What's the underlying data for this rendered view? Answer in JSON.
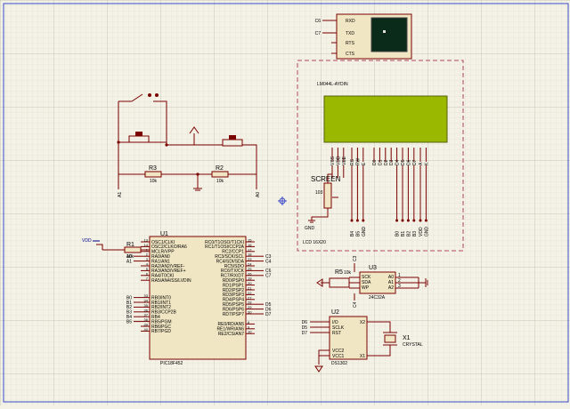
{
  "colors": {
    "background": "#f4f2e6",
    "grid_minor": "#d9d7c8",
    "grid_major": "#bdbba8",
    "wire": "#7a0000",
    "component_fill": "#f1e6c3",
    "lcd_screen": "#9ab800",
    "terminal_screen": "#0a2a1a"
  },
  "terminal": {
    "pins": [
      "RXD",
      "TXD",
      "RTS",
      "CTS"
    ],
    "nets": [
      "C6",
      "C7"
    ]
  },
  "lcd": {
    "title": "LM044L-AYDIN",
    "ref": "LCD 16X20",
    "pins": [
      "VSS",
      "VDD",
      "VEE",
      "RS",
      "RW",
      "E",
      "D0",
      "D1",
      "D2",
      "D3",
      "D4",
      "D5",
      "D6",
      "D7",
      "A",
      "K"
    ],
    "bottom_nets_left": [
      "B4",
      "B5",
      "GND"
    ],
    "bottom_nets_right": [
      "B0",
      "B1",
      "B2",
      "B3",
      "VDD",
      "GND"
    ]
  },
  "pot": {
    "label": "SCREEN",
    "value": "103",
    "gnd": "GND"
  },
  "dividers": [
    {
      "ref": "R3",
      "value": "10k",
      "net": "A1"
    },
    {
      "ref": "R2",
      "value": "10k",
      "net": "A0"
    }
  ],
  "mcu": {
    "ref": "U1",
    "part": "PIC18F452",
    "left_pins": [
      {
        "name": "OSC1/CLKI",
        "num": "13"
      },
      {
        "name": "OSC2/CLKO/RA6",
        "num": "14"
      },
      {
        "name": "MCLR/VPP",
        "num": "1"
      },
      {
        "name": "RA0/AN0",
        "num": "2"
      },
      {
        "name": "RA1/AN1",
        "num": "3"
      },
      {
        "name": "RA2/AN2/VREF-",
        "num": "4"
      },
      {
        "name": "RA3/AN3/VREF+",
        "num": "5"
      },
      {
        "name": "RA4/T0CKI",
        "num": "6"
      },
      {
        "name": "RA5/AN4/SS/LVDIN",
        "num": "7"
      },
      {
        "name": "RB0/INT0",
        "num": "33"
      },
      {
        "name": "RB1/INT1",
        "num": "34"
      },
      {
        "name": "RB2/INT2",
        "num": "35"
      },
      {
        "name": "RB3/CCP2B",
        "num": "36"
      },
      {
        "name": "RB4",
        "num": "37"
      },
      {
        "name": "RB5/PGM",
        "num": "38"
      },
      {
        "name": "RB6/PGC",
        "num": "39"
      },
      {
        "name": "RB7/PGD",
        "num": "40"
      }
    ],
    "right_pins": [
      {
        "name": "RC0/T1OSO/T1CKI",
        "num": "15"
      },
      {
        "name": "RC1/T1OSI/CCP2A",
        "num": "16"
      },
      {
        "name": "RC2/CCP1",
        "num": "17"
      },
      {
        "name": "RC3/SCK/SCL",
        "num": "18"
      },
      {
        "name": "RC4/SDI/SDA",
        "num": "23"
      },
      {
        "name": "RC5/SDO",
        "num": "24"
      },
      {
        "name": "RC6/TX/CK",
        "num": "25"
      },
      {
        "name": "RC7/RX/DT",
        "num": "26"
      },
      {
        "name": "RD0/PSP0",
        "num": "19"
      },
      {
        "name": "RD1/PSP1",
        "num": "20"
      },
      {
        "name": "RD2/PSP2",
        "num": "21"
      },
      {
        "name": "RD3/PSP3",
        "num": "22"
      },
      {
        "name": "RD4/PSP4",
        "num": "27"
      },
      {
        "name": "RD5/PSP5",
        "num": "28"
      },
      {
        "name": "RD6/PSP6",
        "num": "29"
      },
      {
        "name": "RD7/PSP7",
        "num": "30"
      },
      {
        "name": "RE0/RD/AN5",
        "num": "8"
      },
      {
        "name": "RE1/WR/AN6",
        "num": "9"
      },
      {
        "name": "RE2/CS/AN7",
        "num": "10"
      }
    ],
    "vdd_label": "VDD",
    "r1_ref": "R1",
    "r1_value": "10k",
    "left_nets": [
      "A0",
      "A1",
      "B0",
      "B1",
      "B2",
      "B3",
      "B4",
      "B5"
    ],
    "right_nets": [
      "C3",
      "C4",
      "C6",
      "C7",
      "D5",
      "D6",
      "D7"
    ]
  },
  "eeprom": {
    "ref": "U3",
    "part": "24C32A",
    "left_pins": [
      "SCK",
      "SDA",
      "WP"
    ],
    "right_pins": [
      "A0",
      "A1",
      "A2"
    ],
    "right_nums": [
      "1",
      "2",
      "3"
    ],
    "r5_ref": "R5",
    "r5_value": "10k",
    "nets": [
      "C3",
      "C4"
    ]
  },
  "rtc": {
    "ref": "U2",
    "part": "DS1302",
    "left_pins": [
      "I/O",
      "SCLK",
      "RST",
      "VCC2",
      "VCC1"
    ],
    "right_pins": [
      "X2",
      "X1"
    ],
    "nets": [
      "D6",
      "D5",
      "D7"
    ]
  },
  "crystal": {
    "ref": "X1",
    "label": "CRYSTAL"
  }
}
